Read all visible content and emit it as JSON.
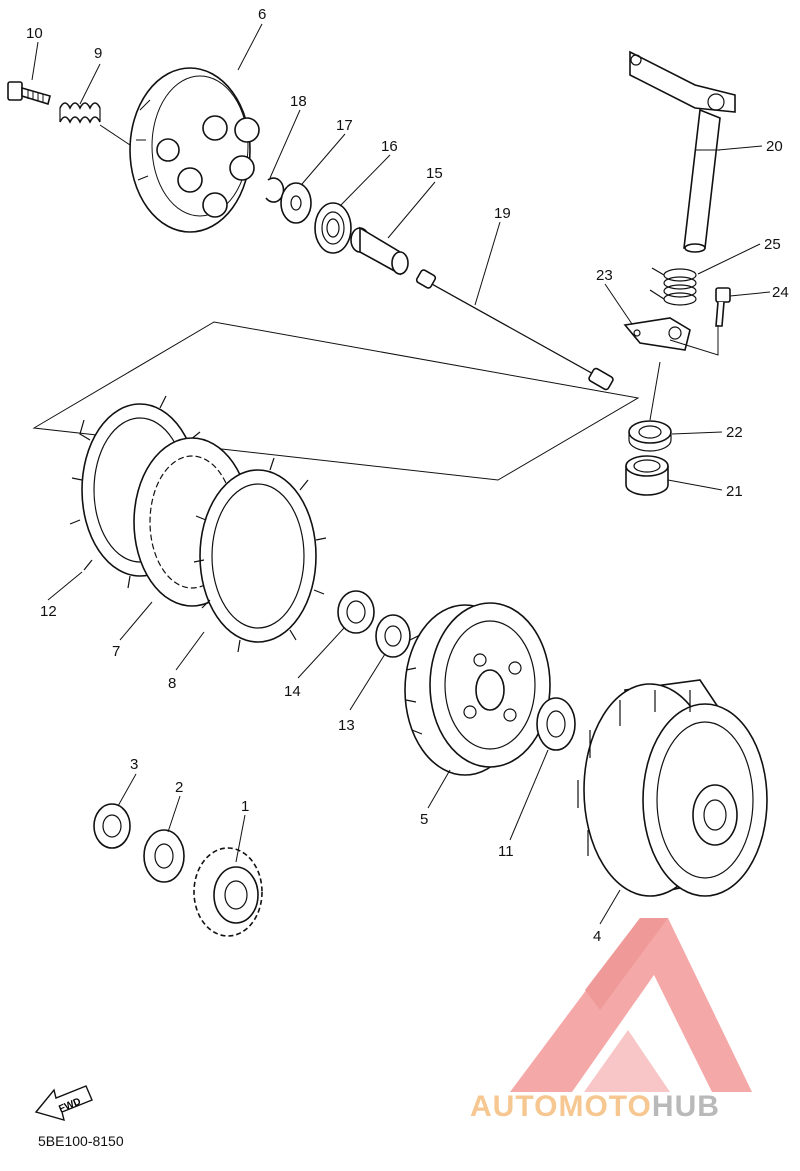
{
  "diagram": {
    "part_numbers": [
      "1",
      "2",
      "3",
      "4",
      "5",
      "6",
      "7",
      "8",
      "9",
      "10",
      "11",
      "12",
      "13",
      "14",
      "15",
      "16",
      "17",
      "18",
      "19",
      "20",
      "21",
      "22",
      "23",
      "24",
      "25"
    ],
    "drawing_code": "5BE100-8150",
    "direction_arrow": "FWD",
    "watermark": {
      "text_part1": "AUTOMOTO",
      "text_part2": "HUB",
      "logo_color": "#f28c8c"
    }
  }
}
